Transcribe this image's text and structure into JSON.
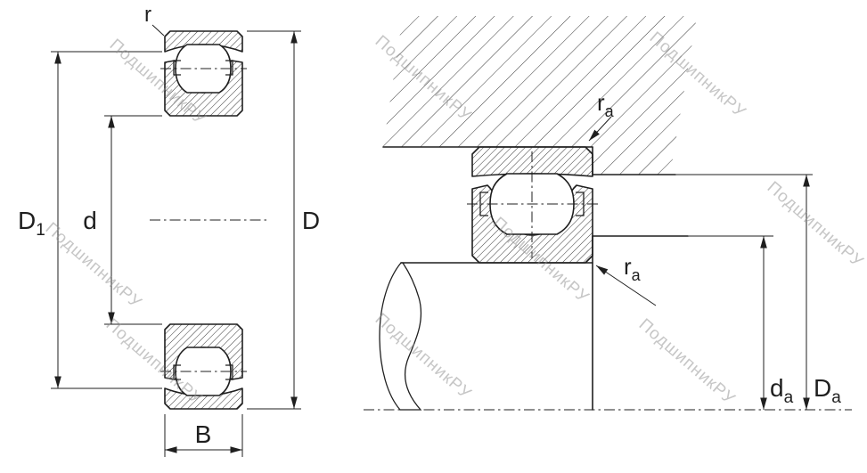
{
  "colors": {
    "line": "#1f1f1f",
    "hatch": "#3a3a3a",
    "watermark": "#8f8f8f",
    "background": "#ffffff"
  },
  "watermark": {
    "text": "ПодшипникРУ"
  },
  "left_view": {
    "description": "barrel roller bearing cross-section",
    "labels": {
      "r": "r",
      "D1_main": "D",
      "D1_sub": "1",
      "d": "d",
      "D": "D",
      "B": "B"
    }
  },
  "right_view": {
    "description": "bearing mounting arrangement with shaft and housing",
    "labels": {
      "ra_top_main": "r",
      "ra_top_sub": "a",
      "ra_bottom_main": "r",
      "ra_bottom_sub": "a",
      "da_main": "d",
      "da_sub": "a",
      "Da_main": "D",
      "Da_sub": "a"
    }
  }
}
